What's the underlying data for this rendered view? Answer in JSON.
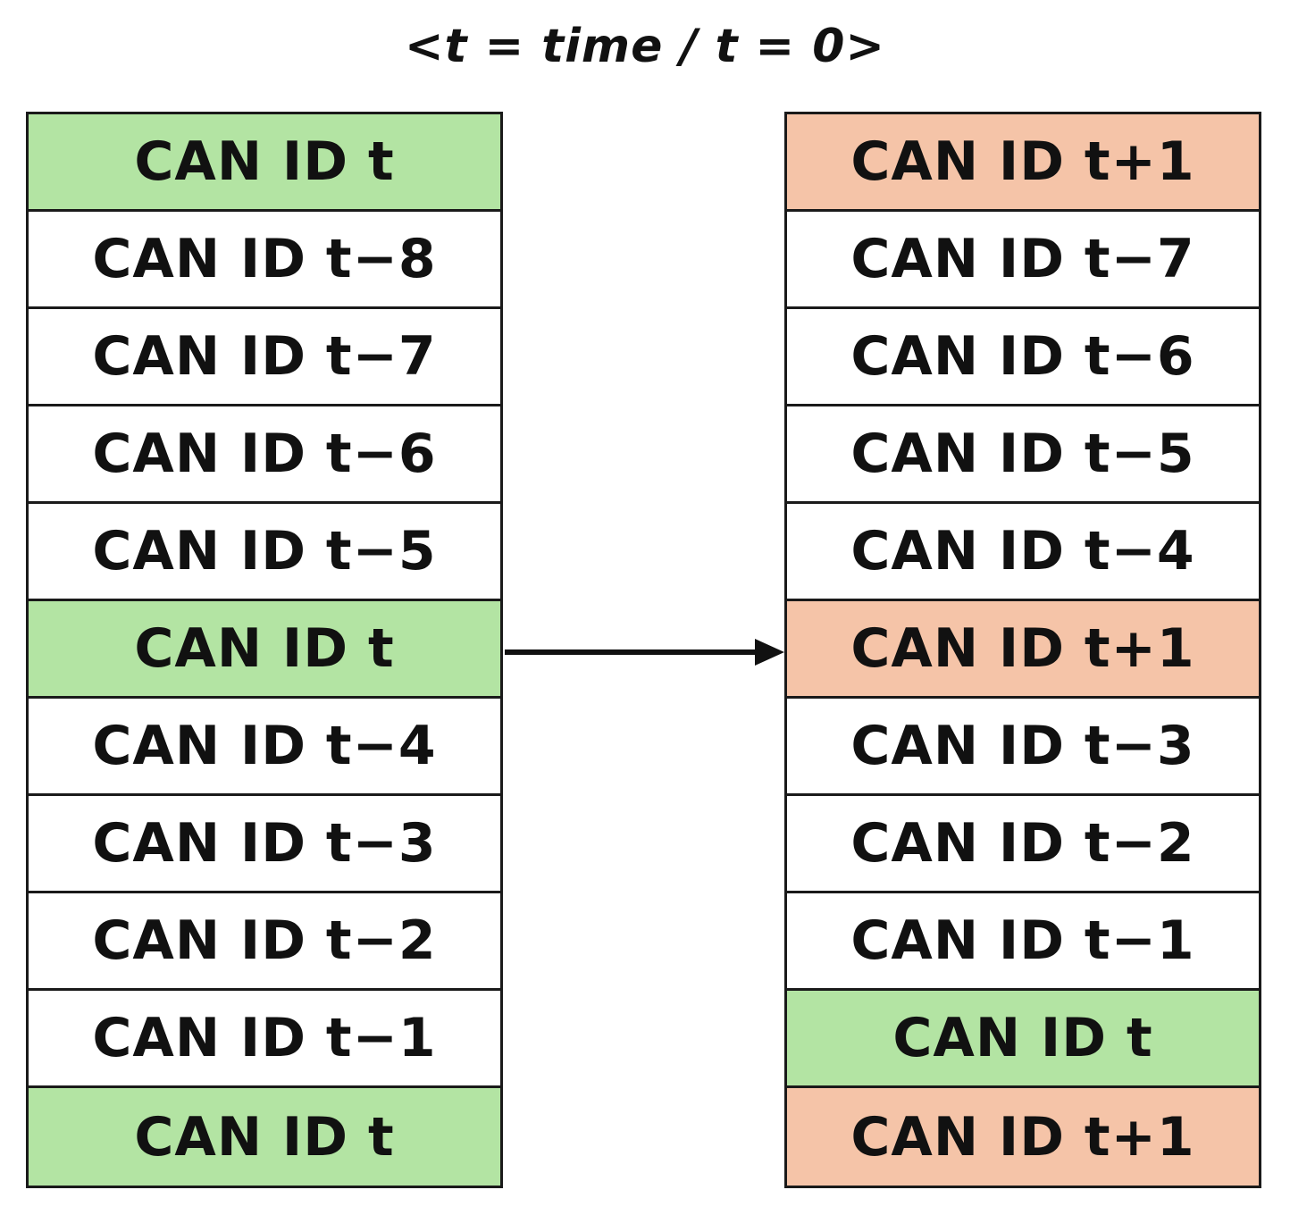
{
  "title": "<t = time / t = 0>",
  "colors": {
    "current": "#b3e4a3",
    "next": "#f5c4a8",
    "neutral": "#ffffff",
    "border": "#1a1a1a"
  },
  "left_column": [
    {
      "label": "CAN ID t",
      "kind": "current"
    },
    {
      "label": "CAN ID t−8",
      "kind": "neutral"
    },
    {
      "label": "CAN ID t−7",
      "kind": "neutral"
    },
    {
      "label": "CAN ID t−6",
      "kind": "neutral"
    },
    {
      "label": "CAN ID t−5",
      "kind": "neutral"
    },
    {
      "label": "CAN ID t",
      "kind": "current"
    },
    {
      "label": "CAN ID t−4",
      "kind": "neutral"
    },
    {
      "label": "CAN ID t−3",
      "kind": "neutral"
    },
    {
      "label": "CAN ID t−2",
      "kind": "neutral"
    },
    {
      "label": "CAN ID t−1",
      "kind": "neutral"
    },
    {
      "label": "CAN ID t",
      "kind": "current"
    }
  ],
  "right_column": [
    {
      "label": "CAN ID t+1",
      "kind": "next"
    },
    {
      "label": "CAN ID t−7",
      "kind": "neutral"
    },
    {
      "label": "CAN ID t−6",
      "kind": "neutral"
    },
    {
      "label": "CAN ID t−5",
      "kind": "neutral"
    },
    {
      "label": "CAN ID t−4",
      "kind": "neutral"
    },
    {
      "label": "CAN ID t+1",
      "kind": "next"
    },
    {
      "label": "CAN ID t−3",
      "kind": "neutral"
    },
    {
      "label": "CAN ID t−2",
      "kind": "neutral"
    },
    {
      "label": "CAN ID t−1",
      "kind": "neutral"
    },
    {
      "label": "CAN ID t",
      "kind": "current"
    },
    {
      "label": "CAN ID t+1",
      "kind": "next"
    }
  ]
}
